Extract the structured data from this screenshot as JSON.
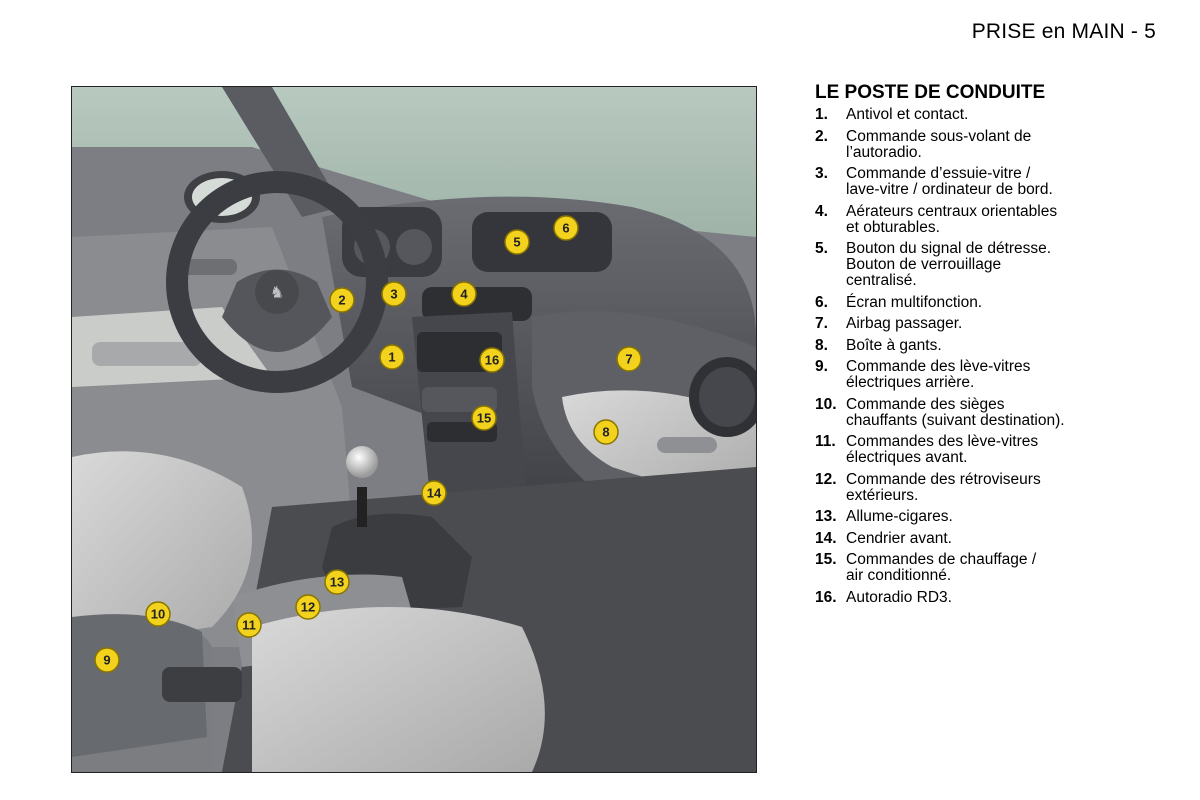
{
  "header": {
    "text": "PRISE en MAIN - 5"
  },
  "section": {
    "title": "LE POSTE DE CONDUITE"
  },
  "legend": [
    {
      "num": "1.",
      "text": "Antivol et contact."
    },
    {
      "num": "2.",
      "text": "Commande sous-volant de\nl’autoradio."
    },
    {
      "num": "3.",
      "text": "Commande d’essuie-vitre /\nlave-vitre / ordinateur de bord."
    },
    {
      "num": "4.",
      "text": "Aérateurs centraux orientables\net obturables."
    },
    {
      "num": "5.",
      "text": "Bouton du signal de détresse.\nBouton de verrouillage\ncentralisé."
    },
    {
      "num": "6.",
      "text": "Écran multifonction."
    },
    {
      "num": "7.",
      "text": "Airbag passager."
    },
    {
      "num": "8.",
      "text": "Boîte à gants."
    },
    {
      "num": "9.",
      "text": "Commande des lève-vitres\nélectriques arrière."
    },
    {
      "num": "10.",
      "text": "Commande des sièges\nchauffants (suivant destination)."
    },
    {
      "num": "11.",
      "text": "Commandes des lève-vitres\nélectriques avant."
    },
    {
      "num": "12.",
      "text": "Commande des rétroviseurs\nextérieurs."
    },
    {
      "num": "13.",
      "text": "Allume-cigares."
    },
    {
      "num": "14.",
      "text": "Cendrier avant."
    },
    {
      "num": "15.",
      "text": "Commandes de chauffage /\nair conditionné."
    },
    {
      "num": "16.",
      "text": "Autoradio RD3."
    }
  ],
  "callouts": [
    "1",
    "2",
    "3",
    "4",
    "5",
    "6",
    "7",
    "8",
    "9",
    "10",
    "11",
    "12",
    "13",
    "14",
    "15",
    "16"
  ],
  "colors": {
    "callout_fill": "#f2d21c",
    "dashboard": "#4d4f55",
    "glovebox": "#d4d6d8"
  }
}
